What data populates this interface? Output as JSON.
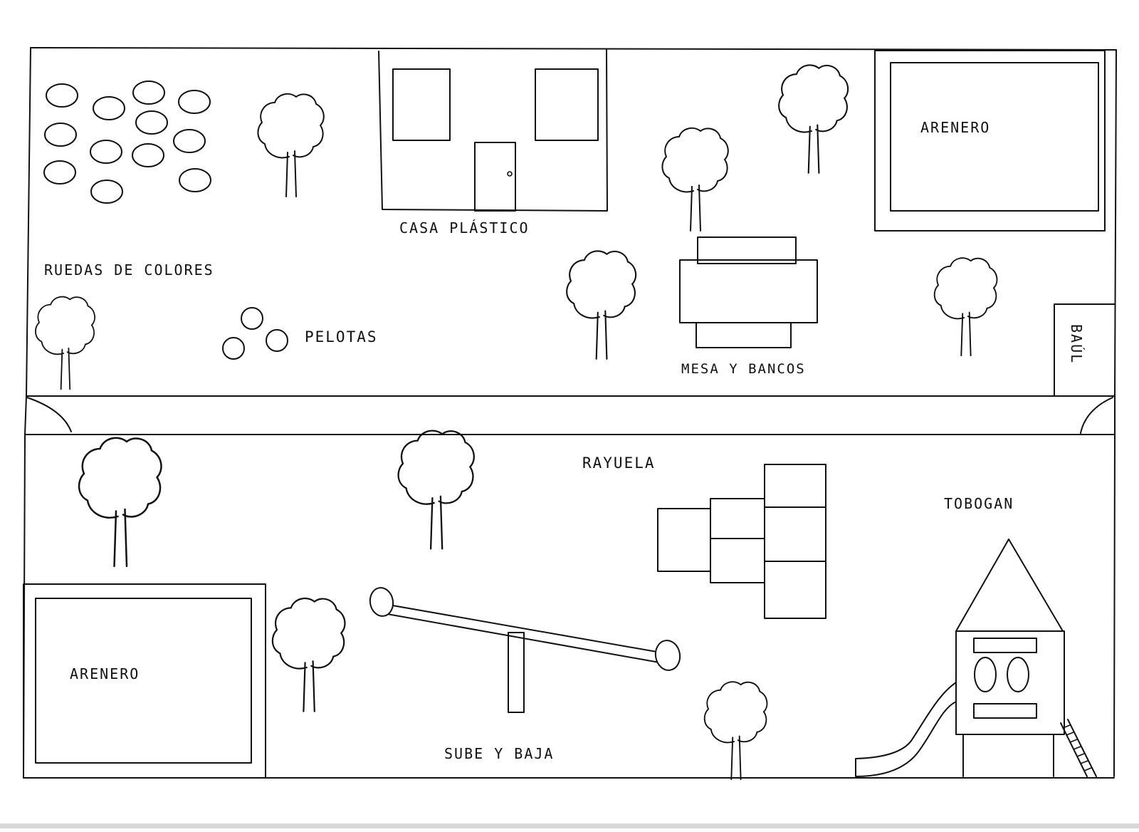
{
  "labels": {
    "ruedas": "RUEDAS DE COLORES",
    "casa": "CASA PLÁSTICO",
    "arenero_top": "ARENERO",
    "pelotas": "PELOTAS",
    "mesa": "MESA Y BANCOS",
    "baul": "BAÚL",
    "rayuela": "RAYUELA",
    "tobogan": "TOBOGAN",
    "arenero_bottom": "ARENERO",
    "sube_baja": "SUBE Y BAJA"
  },
  "colors": {
    "ink": "#111111",
    "paper": "#ffffff"
  }
}
